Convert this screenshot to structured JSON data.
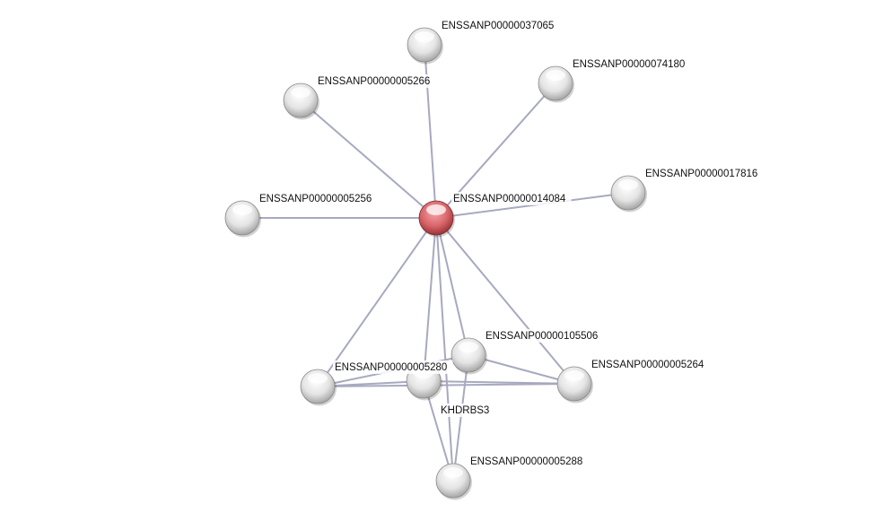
{
  "colors": {
    "query_node": "#d9666b",
    "node": "#e0e0e0",
    "edge": "#a7a9bf"
  },
  "nodes": [
    {
      "id": "n0",
      "label": "ENSSANP00000014084",
      "query": true
    },
    {
      "id": "n1",
      "label": "ENSSANP00000037065"
    },
    {
      "id": "n2",
      "label": "ENSSANP00000074180"
    },
    {
      "id": "n3",
      "label": "ENSSANP00000005266"
    },
    {
      "id": "n4",
      "label": "ENSSANP00000017816"
    },
    {
      "id": "n5",
      "label": "ENSSANP00000005256"
    },
    {
      "id": "n6",
      "label": "KHDRBS3"
    },
    {
      "id": "n7",
      "label": "ENSSANP00000105506"
    },
    {
      "id": "n8",
      "label": "ENSSANP00000005264"
    },
    {
      "id": "n9",
      "label": "ENSSANP00000005280"
    },
    {
      "id": "n10",
      "label": "ENSSANP00000005288"
    }
  ],
  "edges": [
    [
      "n0",
      "n1"
    ],
    [
      "n0",
      "n2"
    ],
    [
      "n0",
      "n3"
    ],
    [
      "n0",
      "n4"
    ],
    [
      "n0",
      "n5"
    ],
    [
      "n0",
      "n6"
    ],
    [
      "n0",
      "n7"
    ],
    [
      "n0",
      "n8"
    ],
    [
      "n0",
      "n9"
    ],
    [
      "n0",
      "n10"
    ],
    [
      "n9",
      "n6"
    ],
    [
      "n9",
      "n8"
    ],
    [
      "n9",
      "n7"
    ],
    [
      "n6",
      "n8"
    ],
    [
      "n7",
      "n8"
    ],
    [
      "n6",
      "n10"
    ],
    [
      "n7",
      "n10"
    ]
  ]
}
